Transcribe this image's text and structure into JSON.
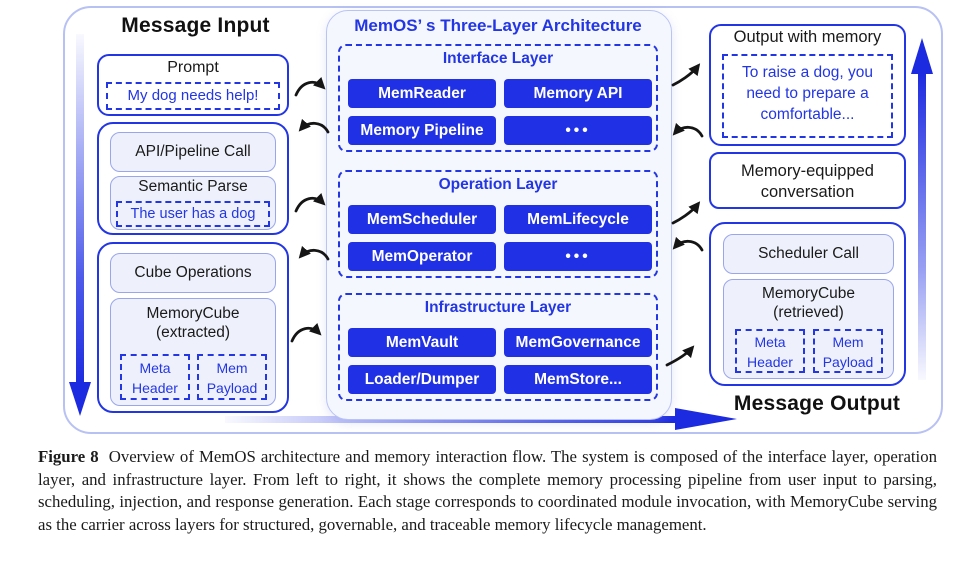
{
  "colors": {
    "accent": "#2336e3",
    "module_blue": "#2030e4",
    "light_border": "#9aa6ec",
    "panel_fill": "#f5f7fe",
    "panel_border": "#b9c3f4",
    "outer_border": "#b7c1f3",
    "arrow_black": "#151515"
  },
  "left_column": {
    "title": "Message Input",
    "prompt_box": {
      "label": "Prompt",
      "note": "My dog needs help!"
    },
    "parse_group": {
      "api_call_label": "API/Pipeline Call",
      "semantic_label": "Semantic Parse",
      "semantic_note": "The user has a dog"
    },
    "cube_group": {
      "cube_ops_label": "Cube Operations",
      "memcube_title": "MemoryCube",
      "memcube_state": "(extracted)",
      "meta_header_label": "Meta Header",
      "mem_payload_label": "Mem Payload"
    }
  },
  "center_panel": {
    "title": "MemOS’ s Three-Layer Architecture",
    "layers": [
      {
        "name": "Interface Layer",
        "modules": [
          "MemReader",
          "Memory API",
          "Memory Pipeline",
          "•••"
        ]
      },
      {
        "name": "Operation Layer",
        "modules": [
          "MemScheduler",
          "MemLifecycle",
          "MemOperator",
          "•••"
        ]
      },
      {
        "name": "Infrastructure Layer",
        "modules": [
          "MemVault",
          "MemGovernance",
          "Loader/Dumper",
          "MemStore..."
        ]
      }
    ]
  },
  "right_column": {
    "output_box": {
      "label": "Output with memory",
      "note": "To raise a dog, you need to prepare a comfortable..."
    },
    "conversation_label": "Memory-equipped conversation",
    "scheduler_group": {
      "scheduler_label": "Scheduler Call",
      "memcube_title": "MemoryCube",
      "memcube_state": "(retrieved)",
      "meta_header_label": "Meta Header",
      "mem_payload_label": "Mem Payload"
    },
    "title": "Message Output"
  },
  "caption": {
    "label": "Figure 8",
    "text": "Overview of MemOS architecture and memory interaction flow. The system is composed of the interface layer, operation layer, and infrastructure layer. From left to right, it shows the complete memory processing pipeline from user input to parsing, scheduling, injection, and response generation. Each stage corresponds to coordinated module invocation, with MemoryCube serving as the carrier across layers for structured, governable, and traceable memory lifecycle management."
  }
}
